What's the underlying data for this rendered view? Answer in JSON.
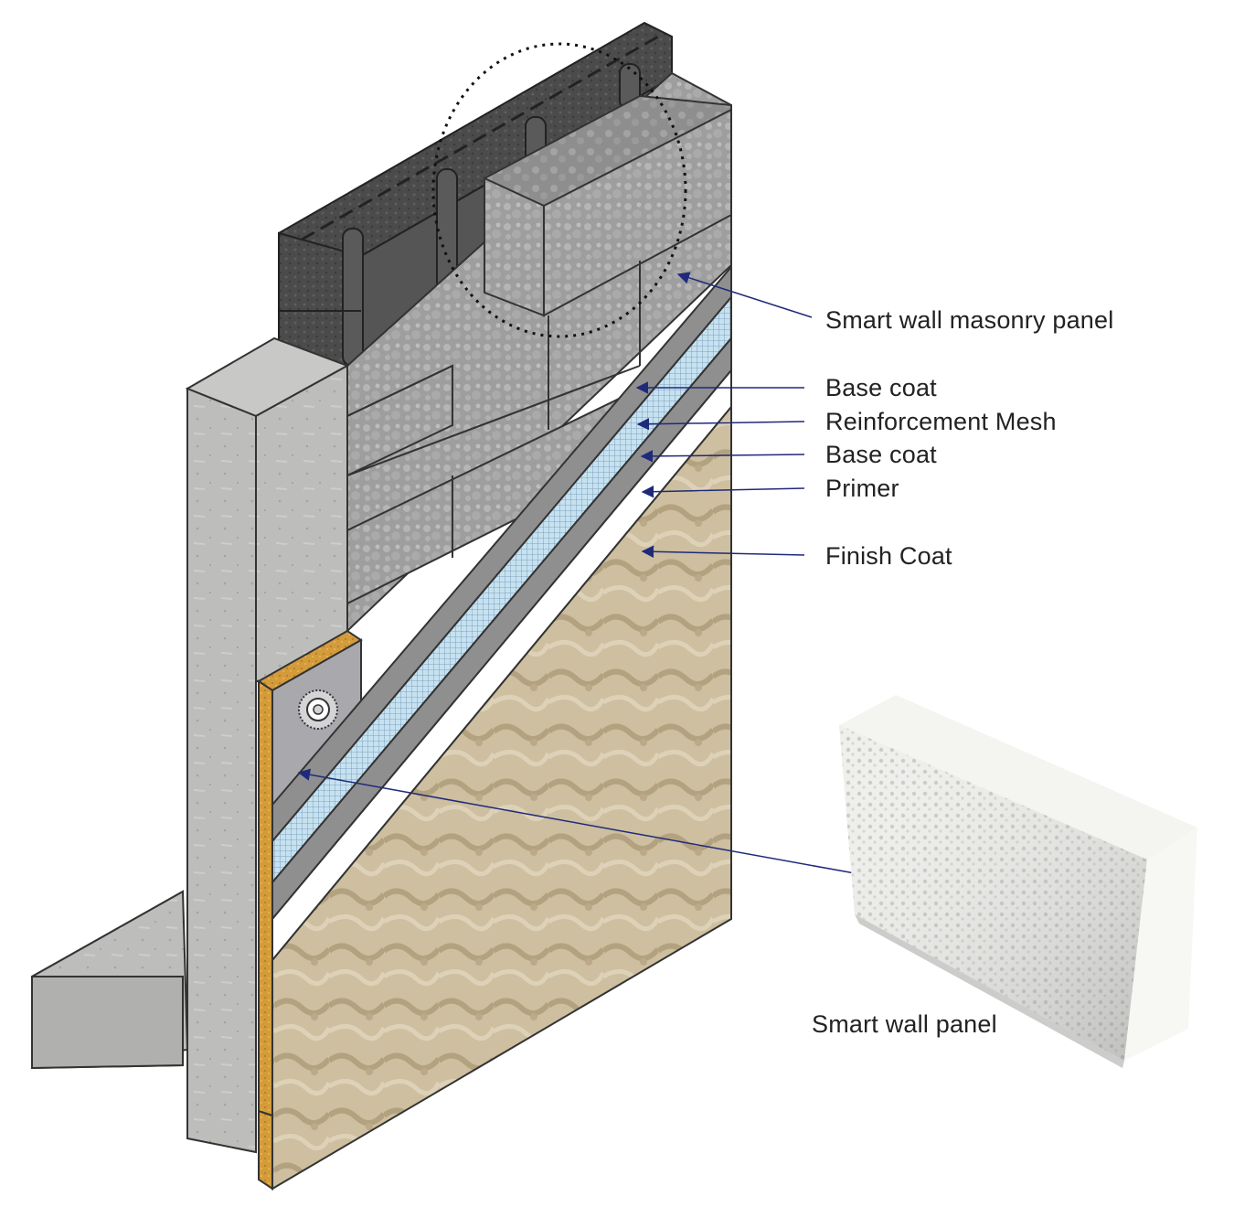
{
  "diagram": {
    "labels": {
      "masonry_panel": "Smart wall masonry panel",
      "base_coat_outer": "Base coat",
      "reinforcement_mesh": "Reinforcement Mesh",
      "base_coat_inner": "Base coat",
      "primer": "Primer",
      "finish_coat": "Finish Coat",
      "smart_wall_panel": "Smart wall panel"
    },
    "colors": {
      "leader_line": "#1f2a7a",
      "concrete": "#b9b9b7",
      "block_front": "#9c9c9c",
      "block_top": "#8a8a8a",
      "dark_block": "#4a4a4a",
      "base_coat": "#8f8f8f",
      "mesh": "#bfdcec",
      "primer": "#ffffff",
      "finish_coat": "#cbbd9e",
      "insulation_board": "#d29b3c",
      "foam_panel": "#ededea"
    }
  }
}
